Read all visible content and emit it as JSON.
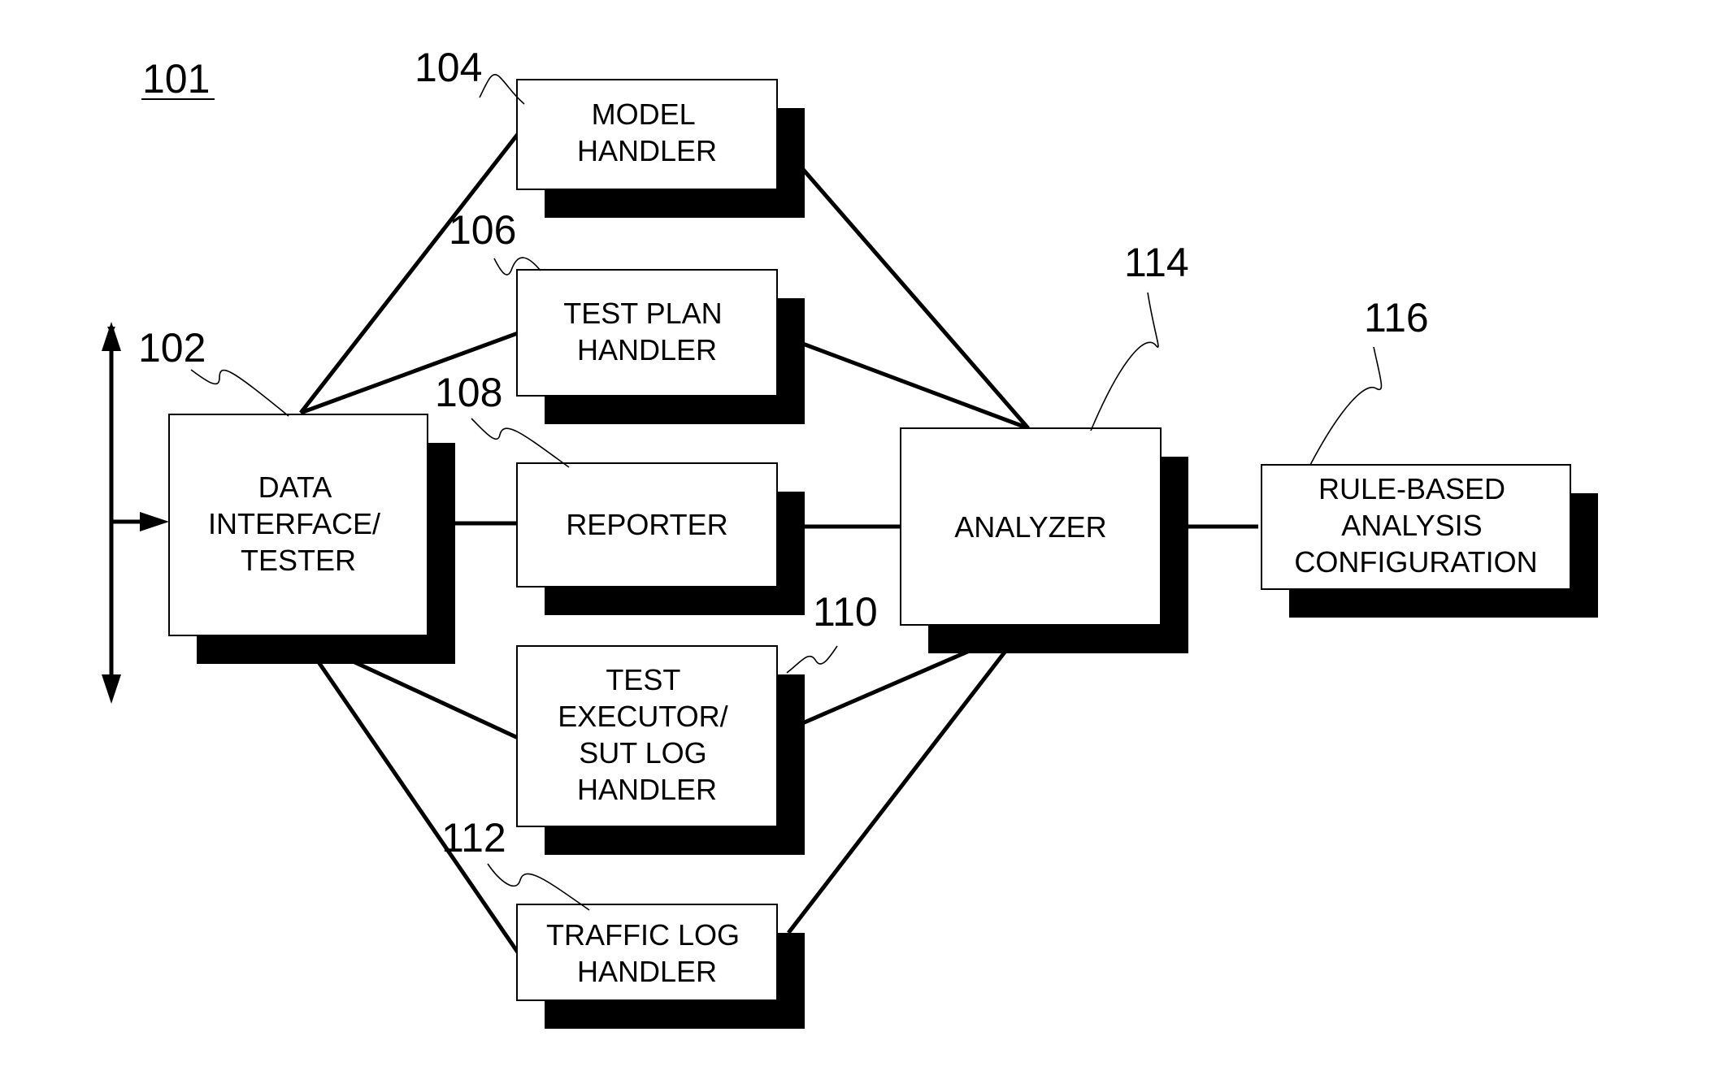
{
  "figure_ref": "101",
  "blocks": {
    "data_interface": {
      "ref": "102",
      "lines": [
        "DATA",
        "INTERFACE/",
        "TESTER"
      ]
    },
    "model_handler": {
      "ref": "104",
      "lines": [
        "MODEL",
        "HANDLER"
      ]
    },
    "test_plan_handler": {
      "ref": "106",
      "lines": [
        "TEST PLAN",
        "HANDLER"
      ]
    },
    "reporter": {
      "ref": "108",
      "lines": [
        "REPORTER"
      ]
    },
    "test_executor": {
      "ref": "110",
      "lines": [
        "TEST",
        "EXECUTOR/",
        "SUT LOG",
        "HANDLER"
      ]
    },
    "traffic_log_handler": {
      "ref": "112",
      "lines": [
        "TRAFFIC LOG",
        "HANDLER"
      ]
    },
    "analyzer": {
      "ref": "114",
      "lines": [
        "ANALYZER"
      ]
    },
    "rule_based_config": {
      "ref": "116",
      "lines": [
        "RULE-BASED",
        "ANALYSIS",
        "CONFIGURATION"
      ]
    }
  }
}
